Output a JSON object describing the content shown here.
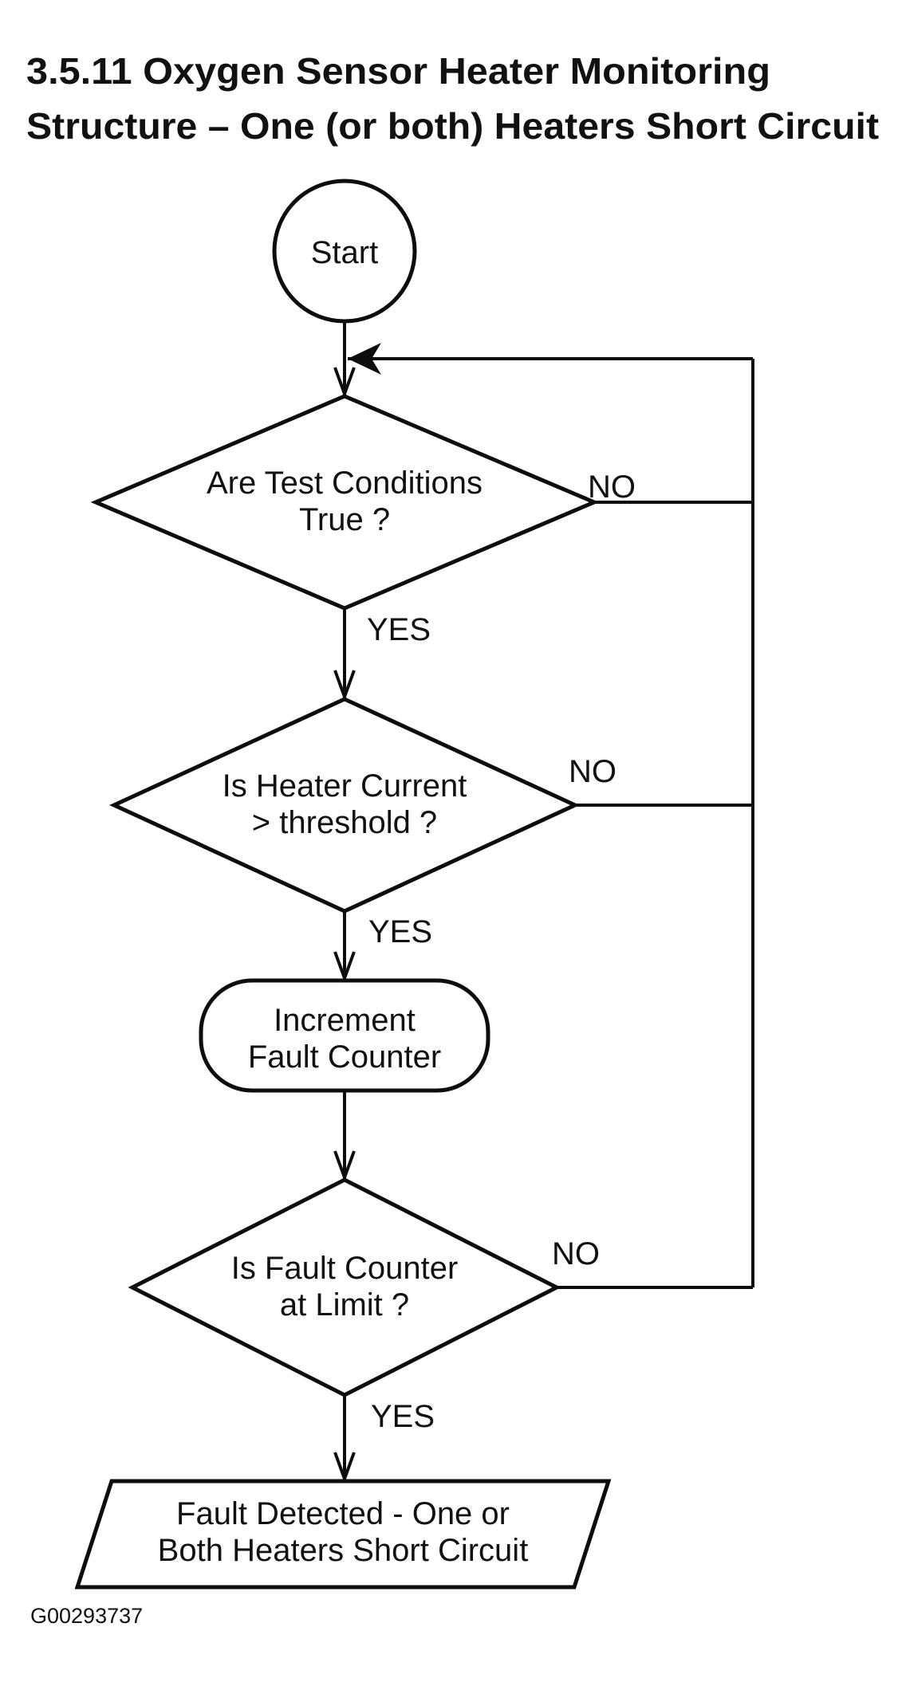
{
  "title": {
    "line1": "3.5.11 Oxygen Sensor Heater Monitoring",
    "line2": "Structure – One (or both) Heaters Short Circuit"
  },
  "figure_code": "G00293737",
  "colors": {
    "ink": "#0d0d0d",
    "background": "#ffffff"
  },
  "flowchart": {
    "start": {
      "label": "Start"
    },
    "decision1": {
      "line1": "Are Test Conditions",
      "line2": "True ?",
      "yes_label": "YES",
      "no_label": "NO"
    },
    "decision2": {
      "line1": "Is Heater Current",
      "line2": "> threshold ?",
      "yes_label": "YES",
      "no_label": "NO"
    },
    "process_increment": {
      "line1": "Increment",
      "line2": "Fault Counter"
    },
    "decision3": {
      "line1": "Is Fault Counter",
      "line2": "at Limit ?",
      "yes_label": "YES",
      "no_label": "NO"
    },
    "output_fault": {
      "line1": "Fault Detected - One or",
      "line2": "Both Heaters Short Circuit"
    }
  }
}
